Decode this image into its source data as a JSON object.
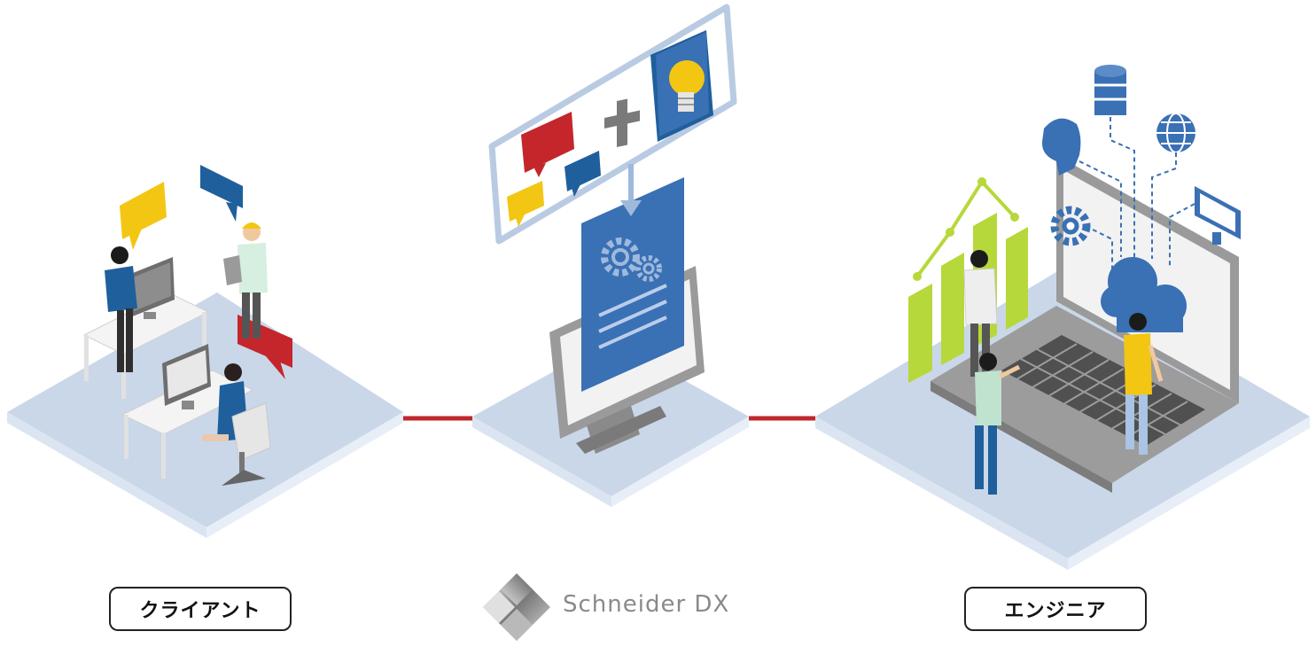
{
  "labels": {
    "client": "クライアント",
    "engineer": "エンジニア"
  },
  "logo": {
    "text": "Schneider DX"
  },
  "colors": {
    "platform_top": "#c9d7e9",
    "platform_side": "#dde6f2",
    "connector": "#c0262c",
    "blue": "#3a70b4",
    "dark_blue": "#1f5f9c",
    "red": "#c4262b",
    "yellow": "#f3c614",
    "green": "#b6d83a",
    "gray": "#8c8c8c",
    "dark_gray": "#5d5d5d"
  }
}
